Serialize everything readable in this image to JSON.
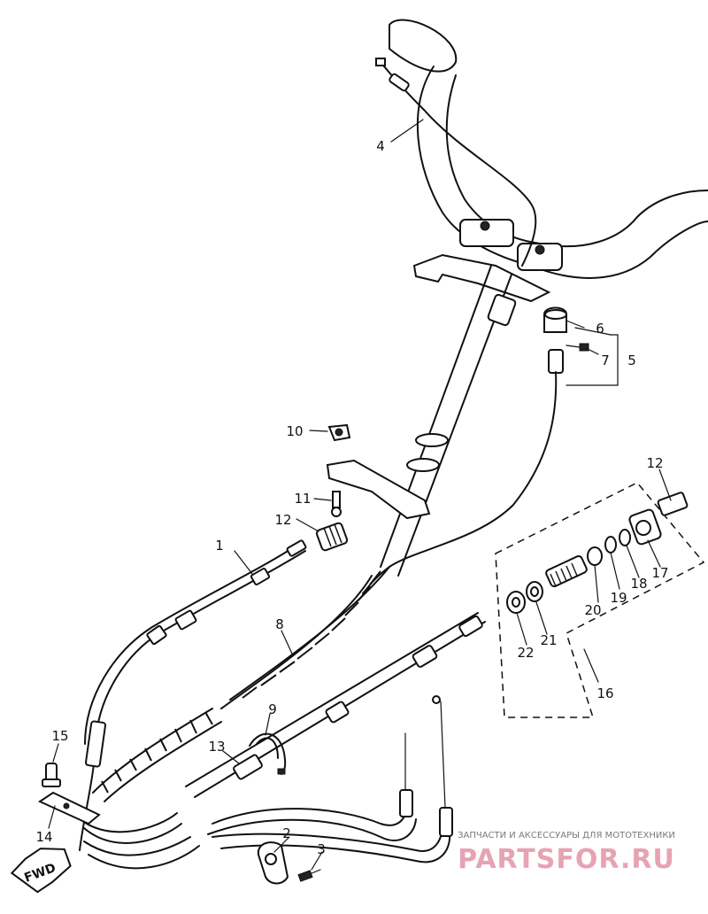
{
  "diagram": {
    "callouts": [
      {
        "id": "1",
        "text": "1"
      },
      {
        "id": "2",
        "text": "2"
      },
      {
        "id": "3",
        "text": "3"
      },
      {
        "id": "4",
        "text": "4"
      },
      {
        "id": "5",
        "text": "5"
      },
      {
        "id": "6",
        "text": "6"
      },
      {
        "id": "7",
        "text": "7"
      },
      {
        "id": "8",
        "text": "8"
      },
      {
        "id": "9",
        "text": "9"
      },
      {
        "id": "10",
        "text": "10"
      },
      {
        "id": "11",
        "text": "11"
      },
      {
        "id": "12a",
        "text": "12"
      },
      {
        "id": "12b",
        "text": "12"
      },
      {
        "id": "13",
        "text": "13"
      },
      {
        "id": "14",
        "text": "14"
      },
      {
        "id": "15",
        "text": "15"
      },
      {
        "id": "16",
        "text": "16"
      },
      {
        "id": "17",
        "text": "17"
      },
      {
        "id": "18",
        "text": "18"
      },
      {
        "id": "19",
        "text": "19"
      },
      {
        "id": "20",
        "text": "20"
      },
      {
        "id": "21",
        "text": "21"
      },
      {
        "id": "22",
        "text": "22"
      }
    ],
    "direction_marker": "FWD"
  },
  "watermark": {
    "tagline": "ЗАПЧАСТИ И АКСЕССУАРЫ ДЛЯ МОТОТЕХНИКИ",
    "brand": "PARTSFOR.RU"
  }
}
